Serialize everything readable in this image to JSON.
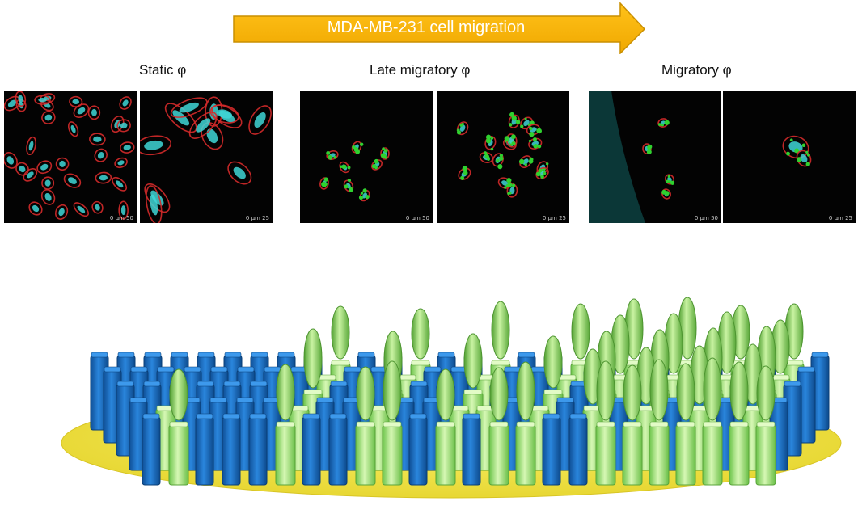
{
  "arrow": {
    "label": "MDA-MB-231 cell migration",
    "fill_color": "#f7b500",
    "stroke_color": "#c98f00"
  },
  "phases": [
    {
      "label": "Static φ"
    },
    {
      "label": "Late migratory φ"
    },
    {
      "label": "Migratory φ"
    }
  ],
  "panels": [
    {
      "scale": "0 μm 50"
    },
    {
      "scale": "0 μm 25"
    },
    {
      "scale": "0 μm 50"
    },
    {
      "scale": "0 μm 25"
    },
    {
      "scale": "0 μm 50"
    },
    {
      "scale": "0 μm 25"
    }
  ],
  "colors": {
    "membrane": "#d42a2a",
    "nucleus": "#3fd6d6",
    "marker": "#2fd12f",
    "blue_pillar": "#1a6fc4",
    "green_pillar": "#9be36b",
    "spike": "#8fda5c",
    "substrate": "#f4e84a",
    "divider": "#000000"
  }
}
